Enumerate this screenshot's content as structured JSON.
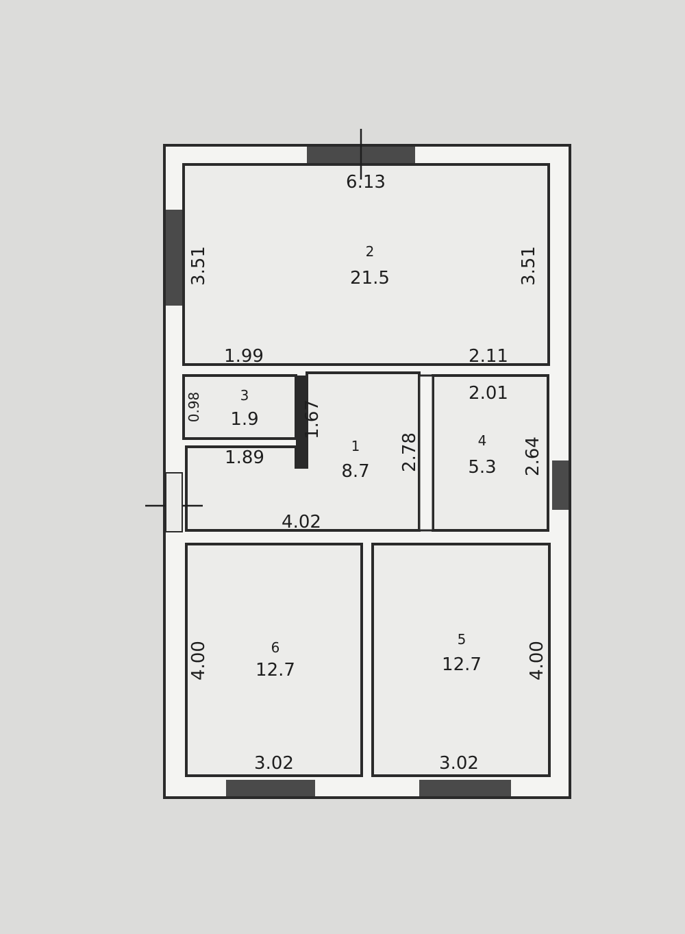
{
  "colors": {
    "background": "#dcdcda",
    "wall": "#2a2a2a",
    "window": "#4a4a4a"
  },
  "rooms": [
    {
      "id": "room-2",
      "number": "2",
      "area": "21.5"
    },
    {
      "id": "room-3",
      "number": "3",
      "area": "1.9"
    },
    {
      "id": "room-1",
      "number": "1",
      "area": "8.7"
    },
    {
      "id": "room-4",
      "number": "4",
      "area": "5.3"
    },
    {
      "id": "room-6",
      "number": "6",
      "area": "12.7"
    },
    {
      "id": "room-5",
      "number": "5",
      "area": "12.7"
    }
  ],
  "dimensions": {
    "top_width": "6.13",
    "room2_left_height": "3.51",
    "room2_right_height": "3.51",
    "room2_bottom_left": "1.99",
    "room2_bottom_right": "2.11",
    "room3_height": "0.98",
    "room3_width": "1.89",
    "hall_depth": "1.67",
    "hall_height": "2.78",
    "hall_width": "4.02",
    "room4_width": "2.01",
    "room4_height": "2.64",
    "room6_height": "4.00",
    "room6_width": "3.02",
    "room5_height": "4.00",
    "room5_width": "3.02"
  }
}
